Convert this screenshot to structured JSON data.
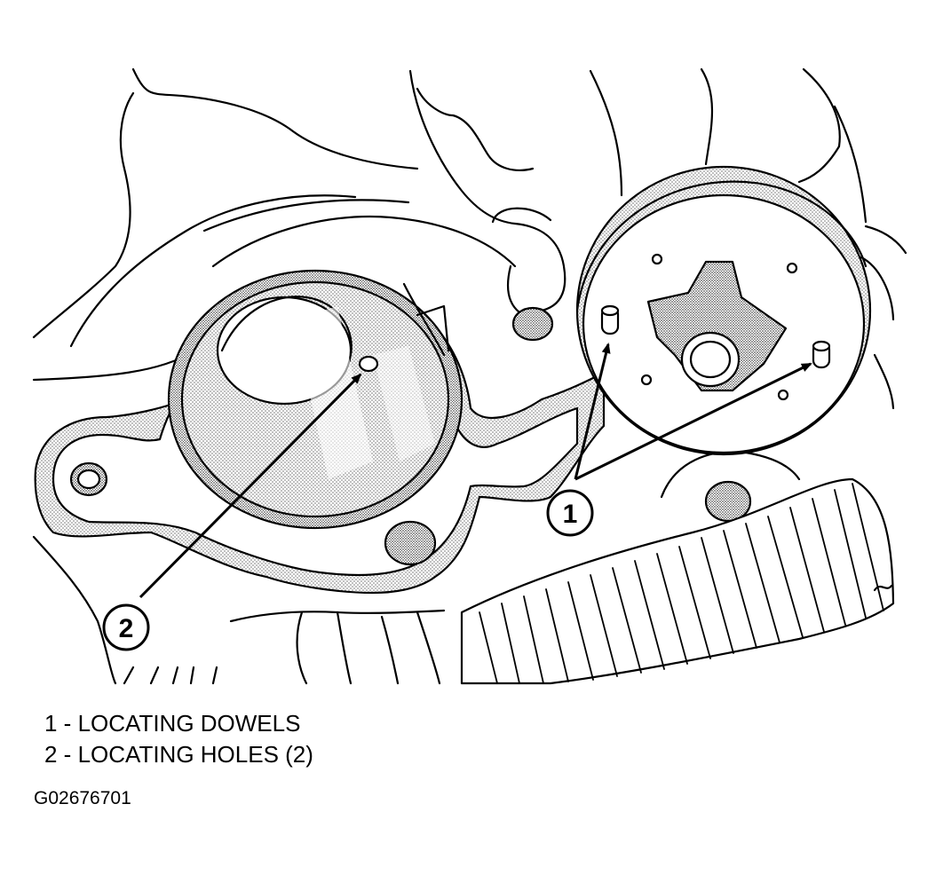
{
  "callouts": [
    {
      "number": "1"
    },
    {
      "number": "2"
    }
  ],
  "legend": [
    {
      "text": "1 - LOCATING DOWELS"
    },
    {
      "text": "2 - LOCATING HOLES (2)"
    }
  ],
  "figure_id": "G02676701",
  "colors": {
    "ink": "#000000",
    "stipple": "#9a9a9a",
    "paper": "#ffffff"
  }
}
